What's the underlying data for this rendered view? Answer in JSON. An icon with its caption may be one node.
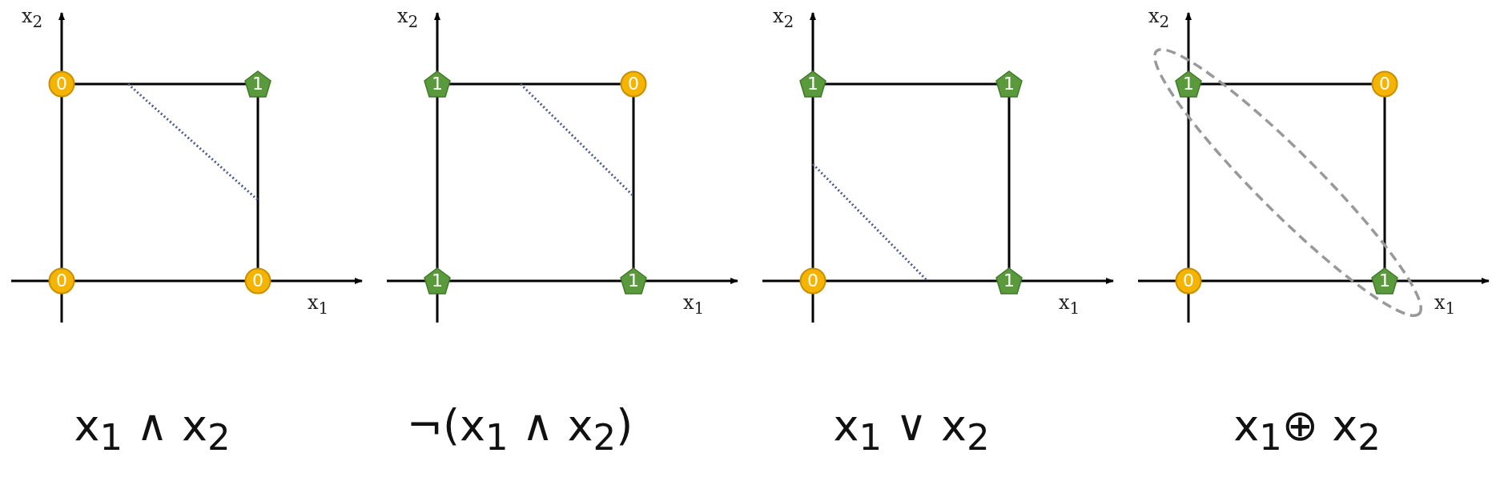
{
  "diagram": {
    "nodes": [
      {
        "text": [
          "0"
        ]
      },
      {
        "text": [
          "1"
        ]
      },
      {
        "text": [
          "0"
        ]
      },
      {
        "text": [
          "0"
        ]
      },
      {
        "text": [
          "1"
        ]
      },
      {
        "text": [
          "0"
        ]
      },
      {
        "text": [
          "1"
        ]
      },
      {
        "text": [
          "1"
        ]
      },
      {
        "text": [
          "1"
        ]
      },
      {
        "text": [
          "1"
        ]
      },
      {
        "text": [
          "0"
        ]
      },
      {
        "text": [
          "1"
        ]
      },
      {
        "text": [
          "1"
        ]
      },
      {
        "text": [
          "0"
        ]
      },
      {
        "text": [
          "0"
        ]
      },
      {
        "text": [
          "1"
        ]
      }
    ],
    "labels": [
      "x$_{2}$",
      "x$_{2}$",
      "x$_{2}$",
      "x$_{2}$",
      "x$_{1}$",
      "x$_{1}$",
      "x$_{1}$",
      "x$_{1}$",
      "x$_{1}$ ∧ x$_{2}$",
      "¬(x$_{1}$ ∧ x$_{2}$)",
      "x$_{1}$ ∨ x$_{2}$",
      "x$_{1}$⊕ x$_{2}$"
    ]
  }
}
